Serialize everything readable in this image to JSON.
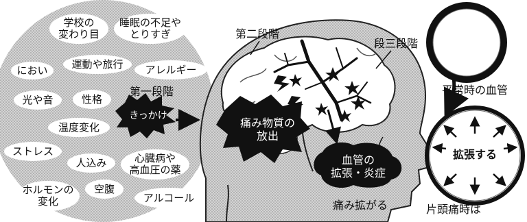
{
  "triggers": [
    {
      "id": "school",
      "text": "学校の\n変わり目"
    },
    {
      "id": "sleep",
      "text": "睡眠の不足や\nとりすぎ"
    },
    {
      "id": "smell",
      "text": "におい"
    },
    {
      "id": "exercise",
      "text": "運動や旅行"
    },
    {
      "id": "allergy",
      "text": "アレルギー"
    },
    {
      "id": "light",
      "text": "光や音"
    },
    {
      "id": "personality",
      "text": "性格"
    },
    {
      "id": "temperature",
      "text": "温度変化"
    },
    {
      "id": "stress",
      "text": "ストレス"
    },
    {
      "id": "crowd",
      "text": "人込み"
    },
    {
      "id": "medicine",
      "text": "心臓病や\n高血圧の薬"
    },
    {
      "id": "hormone",
      "text": "ホルモンの\n変化"
    },
    {
      "id": "hunger",
      "text": "空腹"
    },
    {
      "id": "alcohol",
      "text": "アルコール"
    }
  ],
  "stages": {
    "first": "第一段階",
    "second": "第二段階",
    "third": "段三段階"
  },
  "trigger_burst": "きっかけ",
  "pain_release": "痛み物質の\n放出",
  "vessel_inflammation": "血管の\n拡張・炎症",
  "pain_spreads": "痛み拡がる",
  "normal_vessel": "平常時の血管",
  "dilates": "拡張する",
  "migraine_time": "片頭痛時は"
}
